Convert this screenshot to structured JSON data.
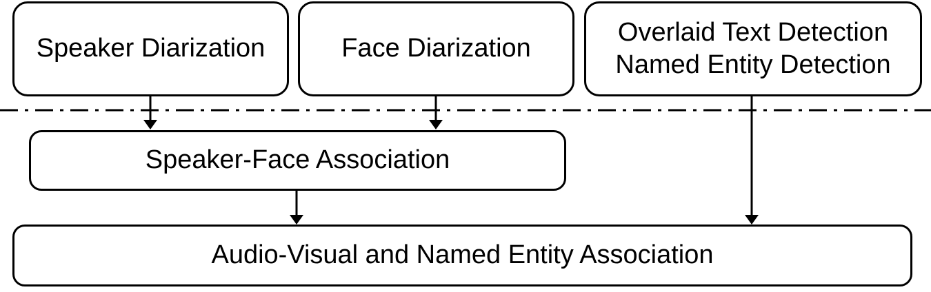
{
  "diagram": {
    "stage1": {
      "speaker_diarization": "Speaker Diarization",
      "face_diarization": "Face Diarization",
      "text_detection": {
        "line1": "Overlaid Text Detection",
        "line2": "Named Entity Detection"
      }
    },
    "stage2": {
      "speaker_face_association": "Speaker-Face Association"
    },
    "stage3": {
      "av_ne_association": "Audio-Visual and Named Entity Association"
    }
  }
}
